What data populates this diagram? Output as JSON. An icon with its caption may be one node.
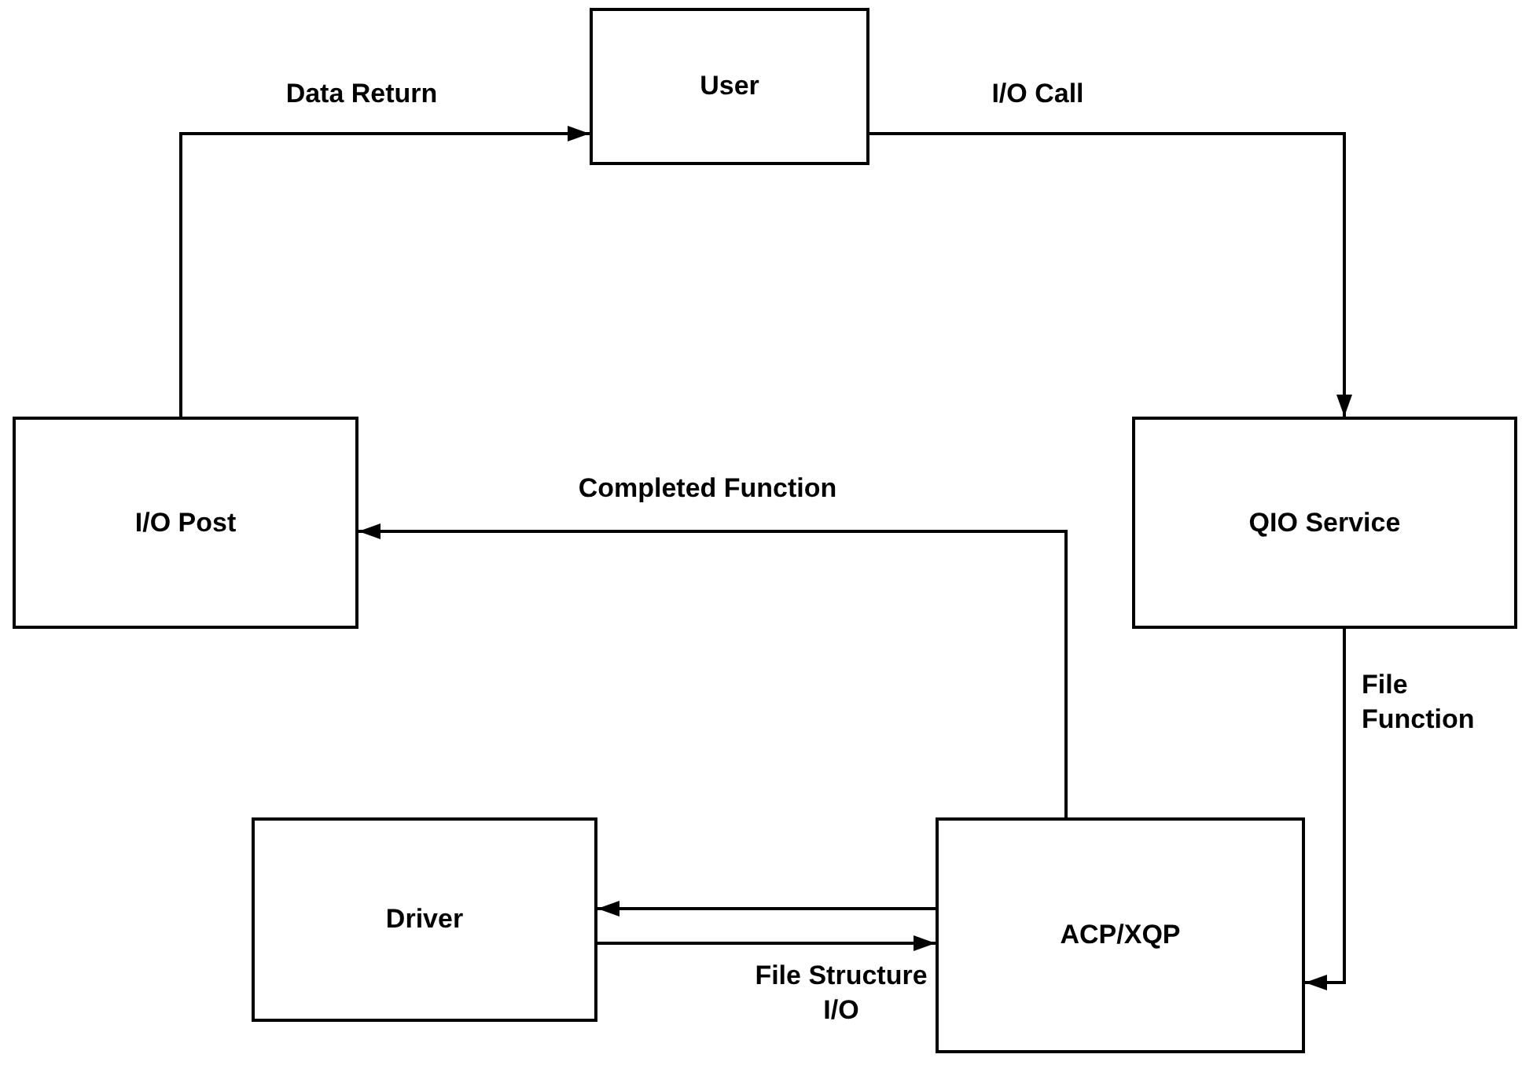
{
  "diagram": {
    "nodes": [
      {
        "text": [
          "User"
        ]
      },
      {
        "text": [
          "QIO Service"
        ]
      },
      {
        "text": [
          "I/O Post"
        ]
      },
      {
        "text": [
          "Driver"
        ]
      },
      {
        "text": [
          "ACP/XQP"
        ]
      }
    ],
    "edges": [
      {
        "from": 0,
        "to": 1,
        "arrow": "to",
        "label": "I/O Call"
      },
      {
        "from": 1,
        "to": 4,
        "arrow": "to",
        "label": "File Function"
      },
      {
        "from": 4,
        "to": 2,
        "arrow": "to",
        "label": "Completed Function"
      },
      {
        "from": 4,
        "to": 3,
        "arrow": "to"
      },
      {
        "from": 3,
        "to": 4,
        "arrow": "to",
        "label": "File Structure I/O"
      },
      {
        "from": 2,
        "to": 0,
        "arrow": "to",
        "label": "Data Return"
      }
    ]
  }
}
